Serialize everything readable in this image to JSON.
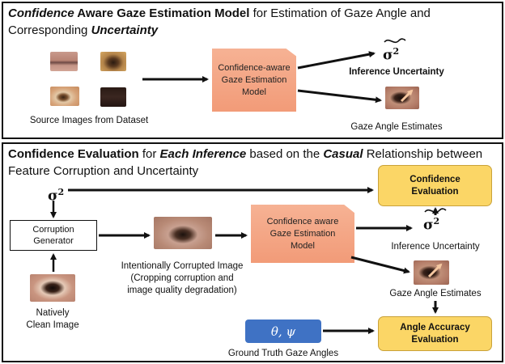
{
  "top_panel": {
    "title_part1": "Confidence",
    "title_part2": " Aware ",
    "title_part3": "Gaze Estimation Model",
    "title_part4": " for Estimation of Gaze Angle and",
    "title_line2_part1": "Corresponding ",
    "title_line2_part2": "Uncertainty",
    "source_label": "Source Images from Dataset",
    "model_line1": "Confidence-aware",
    "model_line2": "Gaze Estimation",
    "model_line3": "Model",
    "sigma_symbol": "σ",
    "sigma_exp": "2",
    "uncertainty_label": "Inference Uncertainty",
    "gaze_label": "Gaze Angle Estimates"
  },
  "bottom_panel": {
    "title_part1": "Confidence Evaluation",
    "title_part2": " for ",
    "title_part3": "Each Inference",
    "title_part4": " based on the ",
    "title_part5": "Casual",
    "title_part6": " Relationship between",
    "title_line2": "Feature Corruption and Uncertainty",
    "sigma_symbol": "σ",
    "sigma_exp": "2",
    "corruption_line1": "Corruption",
    "corruption_line2": "Generator",
    "clean_line1": "Natively",
    "clean_line2": "Clean Image",
    "corrupted_line1": "Intentionally Corrupted Image",
    "corrupted_line2": "(Cropping corruption and",
    "corrupted_line3": "image quality degradation)",
    "model_line1": "Confidence aware",
    "model_line2": "Gaze Estimation",
    "model_line3": "Model",
    "confidence_eval_line1": "Confidence",
    "confidence_eval_line2": "Evaluation",
    "uncertainty_label": "Inference Uncertainty",
    "gaze_label": "Gaze Angle Estimates",
    "angles_symbol": "θ, ψ",
    "ground_truth_label": "Ground Truth Gaze Angles",
    "accuracy_line1": "Angle Accuracy",
    "accuracy_line2": "Evaluation"
  },
  "colors": {
    "model_fill": "#f29b78",
    "eval_fill": "#fbd666",
    "angles_fill": "#3f72c4",
    "gaze_arrow": "#f5c7a0"
  },
  "icons": [
    "eye-photo",
    "arrow-right",
    "arrow-down",
    "arrow-up"
  ]
}
